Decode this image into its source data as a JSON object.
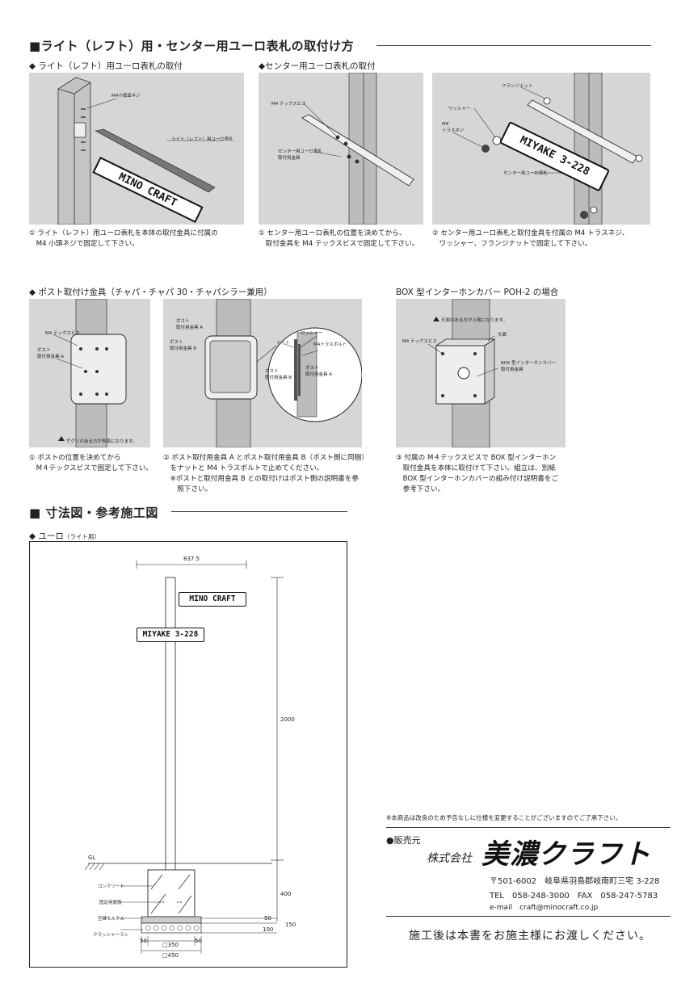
{
  "section1": {
    "title": "■ライト（レフト）用・センター用ユーロ表札の取付け方",
    "left_heading": "◆ ライト（レフト）用ユーロ表札の取付",
    "center_heading": "◆センター用ユーロ表札の取付",
    "panel1": {
      "sign_text": "MINO CRAFT",
      "label_screw": "M4小頭皿ネジ",
      "label_sign": "ライト（レフト）用ユーロ表札",
      "caption": "① ライト（レフト）用ユーロ表札を本体の取付金具に付属の\n　M4 小頭ネジで固定して下さい。"
    },
    "panel2": {
      "label_screw": "M4 テックスビス",
      "label_bracket": "センター用ユーロ表札\n取付用金具",
      "caption": "① センター用ユーロ表札の位置を決めてから、\n　取付金具を M4 テックスビスで固定して下さい。"
    },
    "panel3": {
      "sign_text": "MIYAKE 3-228",
      "label_nut": "フランジナット",
      "label_washer": "ワッシャー",
      "label_screw": "M4\nトラスネジ",
      "label_sign": "センター用ユーロ表札",
      "caption": "② センター用ユーロ表札と取付金具を付属の M4 トラスネジ、\n　ワッシャー、フランジナットで固定して下さい。"
    }
  },
  "section2": {
    "post_heading": "◆ ポスト取付け金具（チャパ・チャパ 30・チャパシラー兼用）",
    "box_heading": "BOX 型インターホンカバー POH-2 の場合",
    "panel4": {
      "label_screw": "M4 テックスビス",
      "label_bracket": "ポスト\n取付用金具 A",
      "warning": "ザグリのある方が表面になります。",
      "caption": "① ポストの位置を決めてから\n　M４テックスビスで固定して下さい。"
    },
    "panel5": {
      "label_a": "ポスト\n取付用金具 A",
      "label_b": "ポスト\n取付用金具 B",
      "label_washer": "ワッシャー",
      "label_nut": "ナット",
      "label_bolt": "M4トラスボルト",
      "label_b2": "ポスト\n取付用金具 B",
      "label_a2": "ポスト\n取付用金具 A",
      "caption": "② ポスト取付用金具 A とポスト取付用金具 B（ポスト側に同梱）\n　をナットと M4 トラスボルトで止めてください。\n　※ポストと取付用金具 B との取付けはポスト側の説明書を参\n　　照下さい。"
    },
    "panel6": {
      "warning": "天面のある方が上面になります。",
      "label_screw": "M4 テックスビス",
      "label_top": "天面",
      "label_bracket": "BOX 型インターホンカバー\n取付用金具",
      "caption": "③ 付属の M４テックスビスで BOX 型インターホン\n　取付金具を本体に取付けて下さい。組立は、別紙\n　BOX 型インターホンカバーの組み付け説明書をご\n　参考下さい。"
    }
  },
  "section3": {
    "title": "■ 寸法図・参考施工図",
    "sub_main": "◆ ユーロ",
    "sub_small": "（ライト用）",
    "sign1": "MINO CRAFT",
    "sign2": "MIYAKE 3-228",
    "dim_width": "837.5",
    "dim_height": "2000",
    "dim_400": "400",
    "dim_50": "50",
    "dim_100": "100",
    "dim_150": "150",
    "dim_50_left": "50",
    "dim_350": "□350",
    "dim_50_right": "50",
    "dim_450": "□450",
    "gl": "GL",
    "label_concrete": "コンクリート",
    "label_rebar": "固定用鉄筋",
    "label_mortar": "空練モルタル",
    "label_crusher": "クラッシャーラン"
  },
  "footer": {
    "notice": "※本商品は改良のため予告なしに仕様を変更することがございますのでご了承下さい。",
    "seller_label": "●販売元",
    "company_prefix": "株式会社",
    "company_name": "美濃クラフト",
    "address": "〒501-6002　岐阜県羽島郡岐南町三宅 3-228",
    "tel": "TEL　058-248-3000　FAX　058-247-5783",
    "email": "e-mail　craft@minocraft.co.jp",
    "closing": "施工後は本書をお施主様にお渡しください。"
  }
}
